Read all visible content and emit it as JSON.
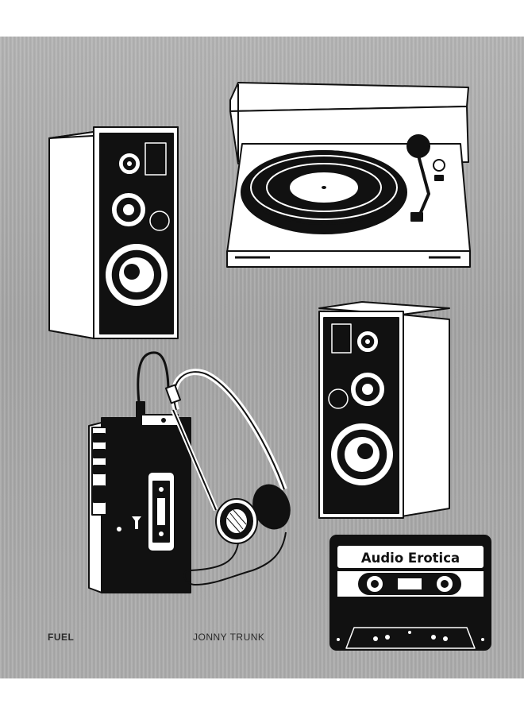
{
  "cover": {
    "publisher": "FUEL",
    "author": "JONNY TRUNK",
    "cassette_label": "Audio Erotica"
  },
  "colors": {
    "background": "#ffffff",
    "metal": "#a9a9a9",
    "ink": "#111111",
    "paper": "#ffffff"
  },
  "icons": [
    "speaker-left-icon",
    "turntable-icon",
    "speaker-right-icon",
    "walkman-icon",
    "headphones-icon",
    "cassette-tape-icon"
  ]
}
